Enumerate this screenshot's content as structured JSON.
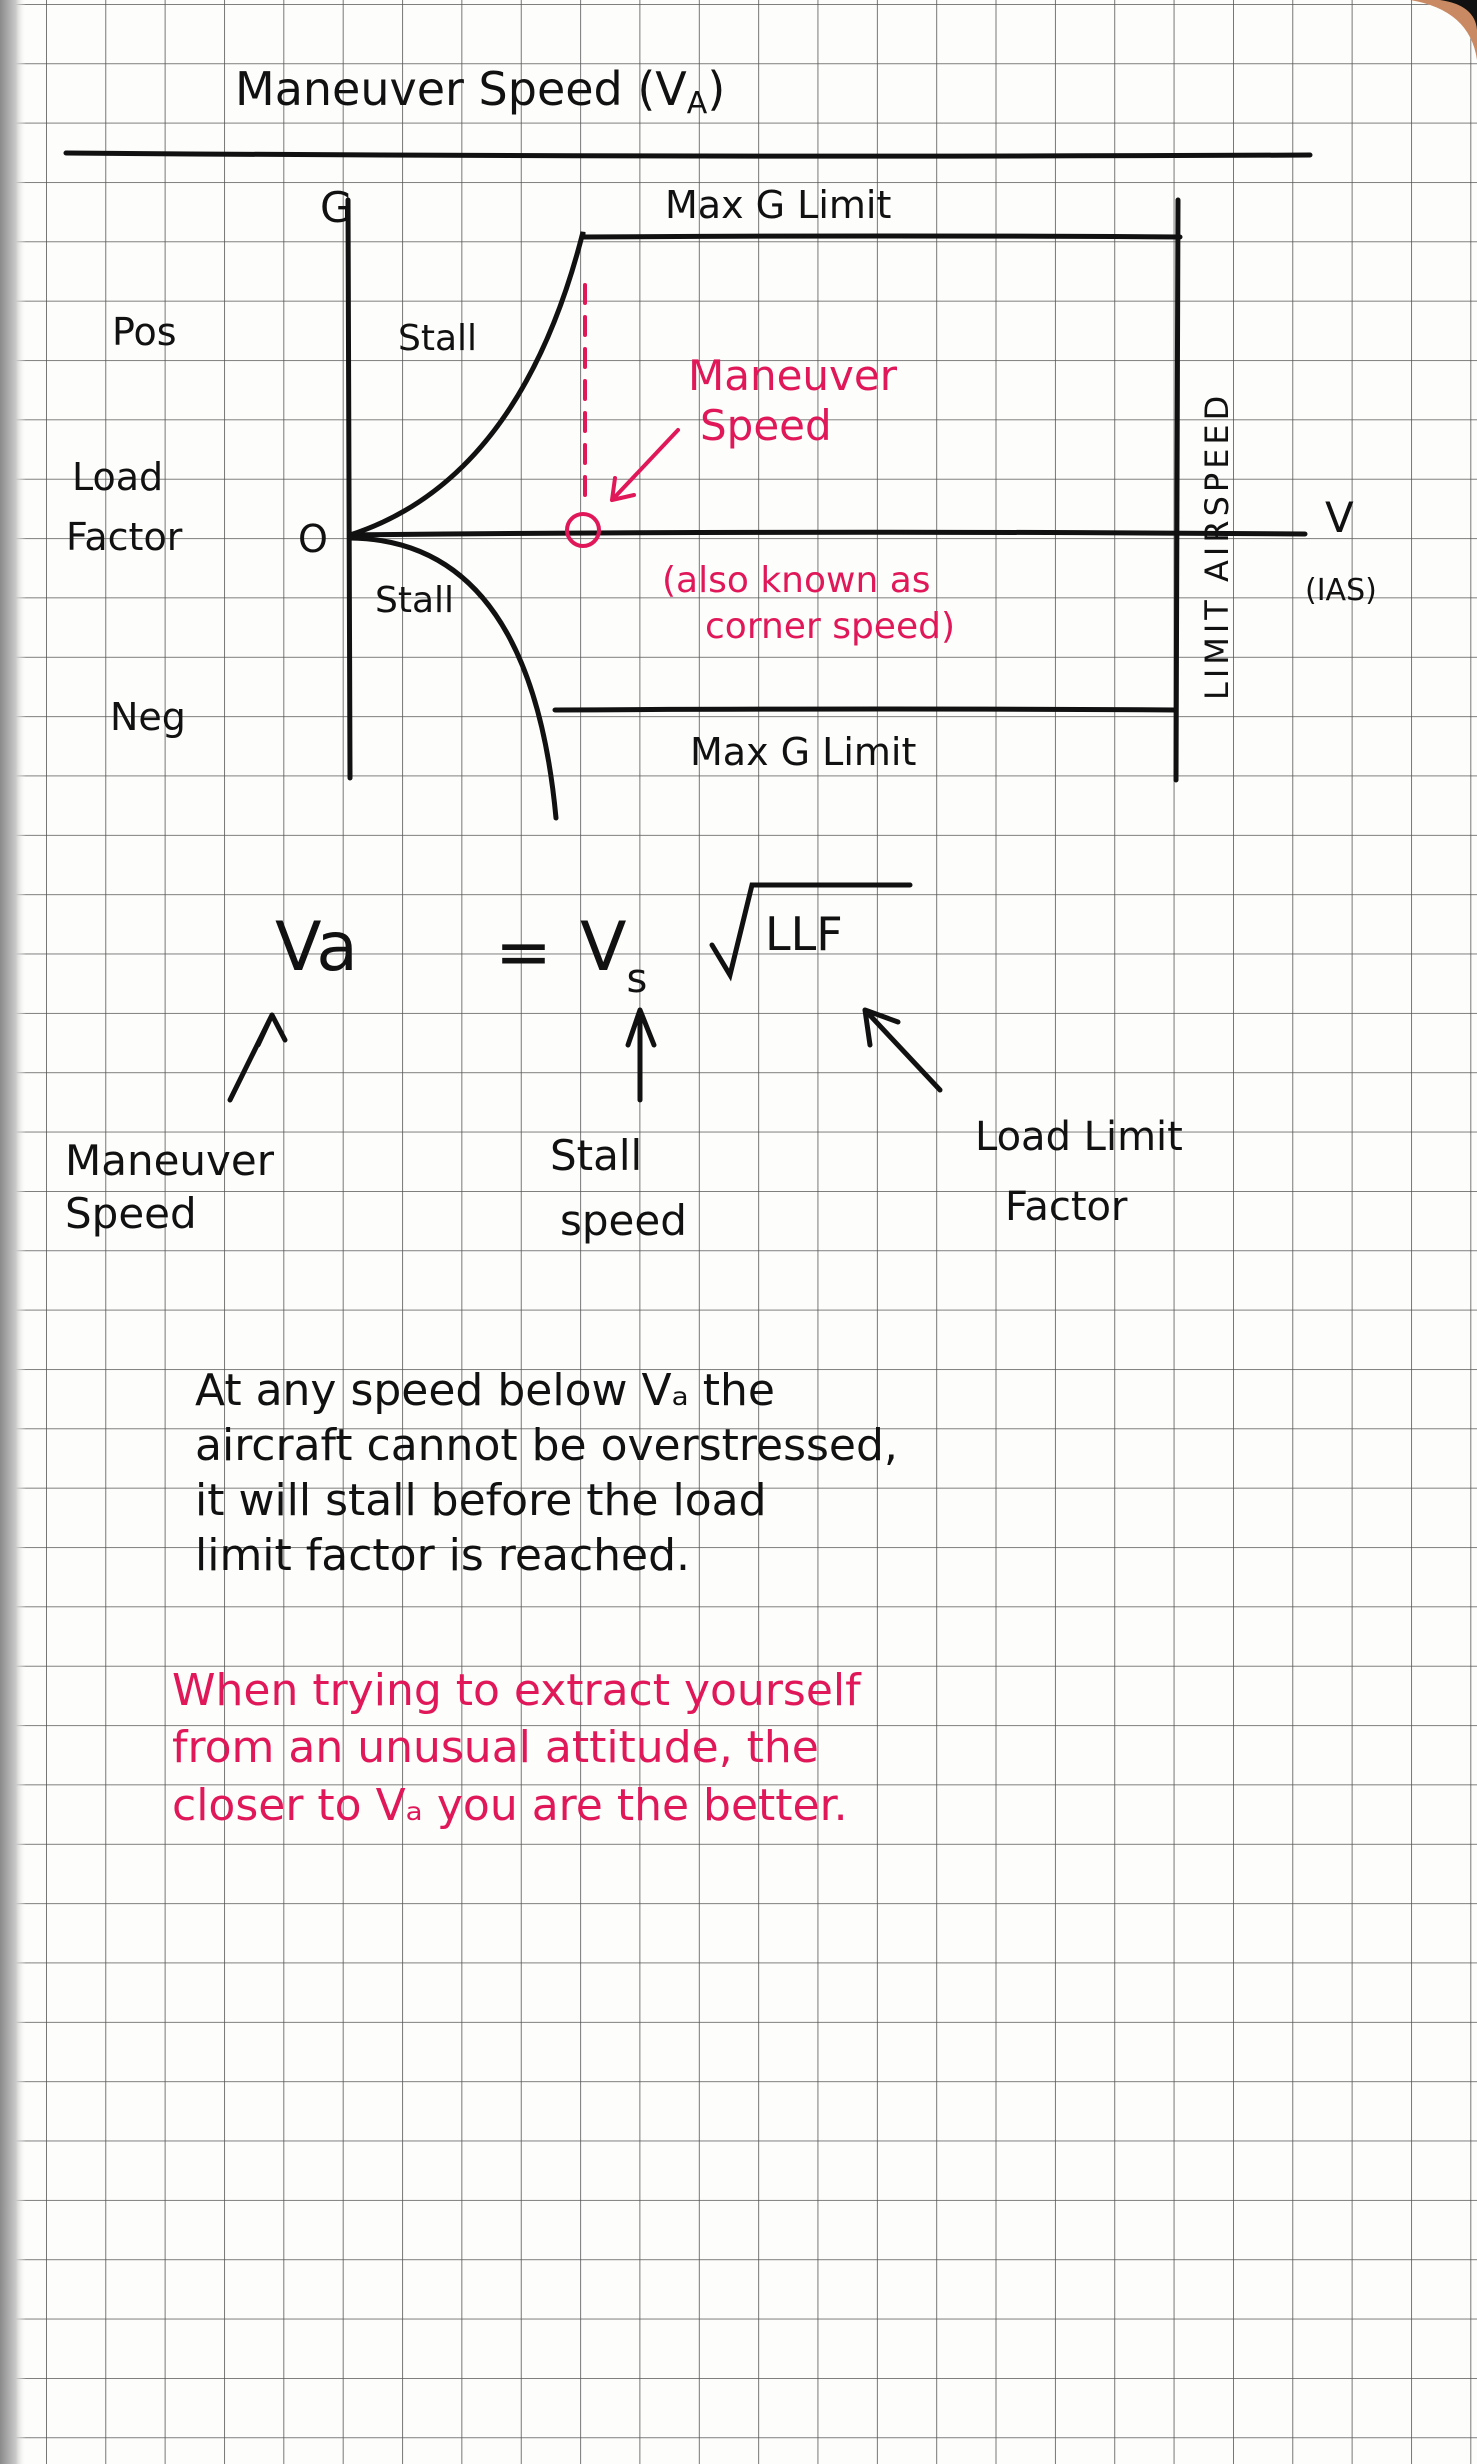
{
  "title": "Maneuver Speed (V",
  "title_sub": "A",
  "title_close": ")",
  "diagram": {
    "y_axis_label": "G",
    "origin_label": "O",
    "pos_label": "Pos",
    "load_label": "Load",
    "factor_label": "Factor",
    "neg_label": "Neg",
    "x_axis_label": "V",
    "x_axis_unit": "(IAS)",
    "upper_limit_label": "Max G Limit",
    "lower_limit_label": "Max G Limit",
    "upper_stall_label": "Stall",
    "lower_stall_label": "Stall",
    "limit_airspeed_label": "LIMIT AIRSPEED",
    "maneuver_label_line1": "Maneuver",
    "maneuver_label_line2": "Speed",
    "corner_note_line1": "(also known as",
    "corner_note_line2": "corner speed)"
  },
  "formula": {
    "lhs": "Va",
    "equals": "=",
    "vs": "V",
    "vs_sub": "s",
    "radicand": "LLF",
    "maneuver_line1": "Maneuver",
    "maneuver_line2": "Speed",
    "stall_line1": "Stall",
    "stall_line2": "speed",
    "llf_line1": "Load Limit",
    "llf_line2": "Factor"
  },
  "note_black": [
    "At any speed below Vₐ the",
    "aircraft cannot be overstressed,",
    "it will stall before the load",
    "limit factor is reached."
  ],
  "note_red": [
    "When trying to extract yourself",
    "from an unusual attitude, the",
    "closer to Vₐ you are the better."
  ],
  "colors": {
    "ink": "#111111",
    "red_ink": "#e0185a",
    "grid": "#555555"
  }
}
